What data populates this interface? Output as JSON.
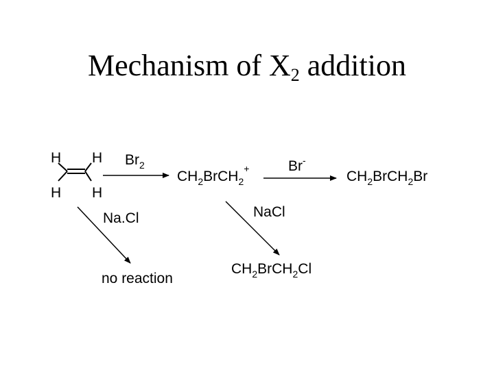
{
  "slide": {
    "title_main": "Mechanism of X",
    "title_sub": "2",
    "title_end": " addition"
  },
  "scheme": {
    "ethylene_h": "H",
    "reagent_br2": {
      "main": "Br",
      "sub": "2"
    },
    "cation": {
      "p1": "CH",
      "s1": "2",
      "p2": "BrCH",
      "s2": "2",
      "sup": "+"
    },
    "reagent_bromide": {
      "main": "Br",
      "sup": "-"
    },
    "product_dibromide": {
      "p1": "CH",
      "s1": "2",
      "p2": "BrCH",
      "s2": "2",
      "p3": "Br"
    },
    "reagent_nacl_left": "Na.Cl",
    "reagent_nacl_right": "NaCl",
    "outcome_none": "no reaction",
    "product_chlorobromide": {
      "p1": "CH",
      "s1": "2",
      "p2": "BrCH",
      "s2": "2",
      "p3": "Cl"
    }
  }
}
